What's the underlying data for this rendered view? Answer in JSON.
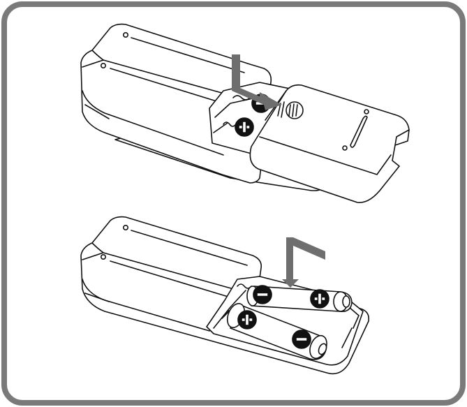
{
  "colors": {
    "frame": "#7a7a7a",
    "line": "#111111",
    "arrow": "#6e6e6e",
    "fill": "#ffffff"
  },
  "icons": {
    "positive": "plus-terminal-icon",
    "negative": "minus-terminal-icon"
  },
  "panels": [
    {
      "name": "step-open-cover",
      "arrow": "down-then-right"
    },
    {
      "name": "step-insert-batteries",
      "arrow": "right-then-down"
    }
  ]
}
